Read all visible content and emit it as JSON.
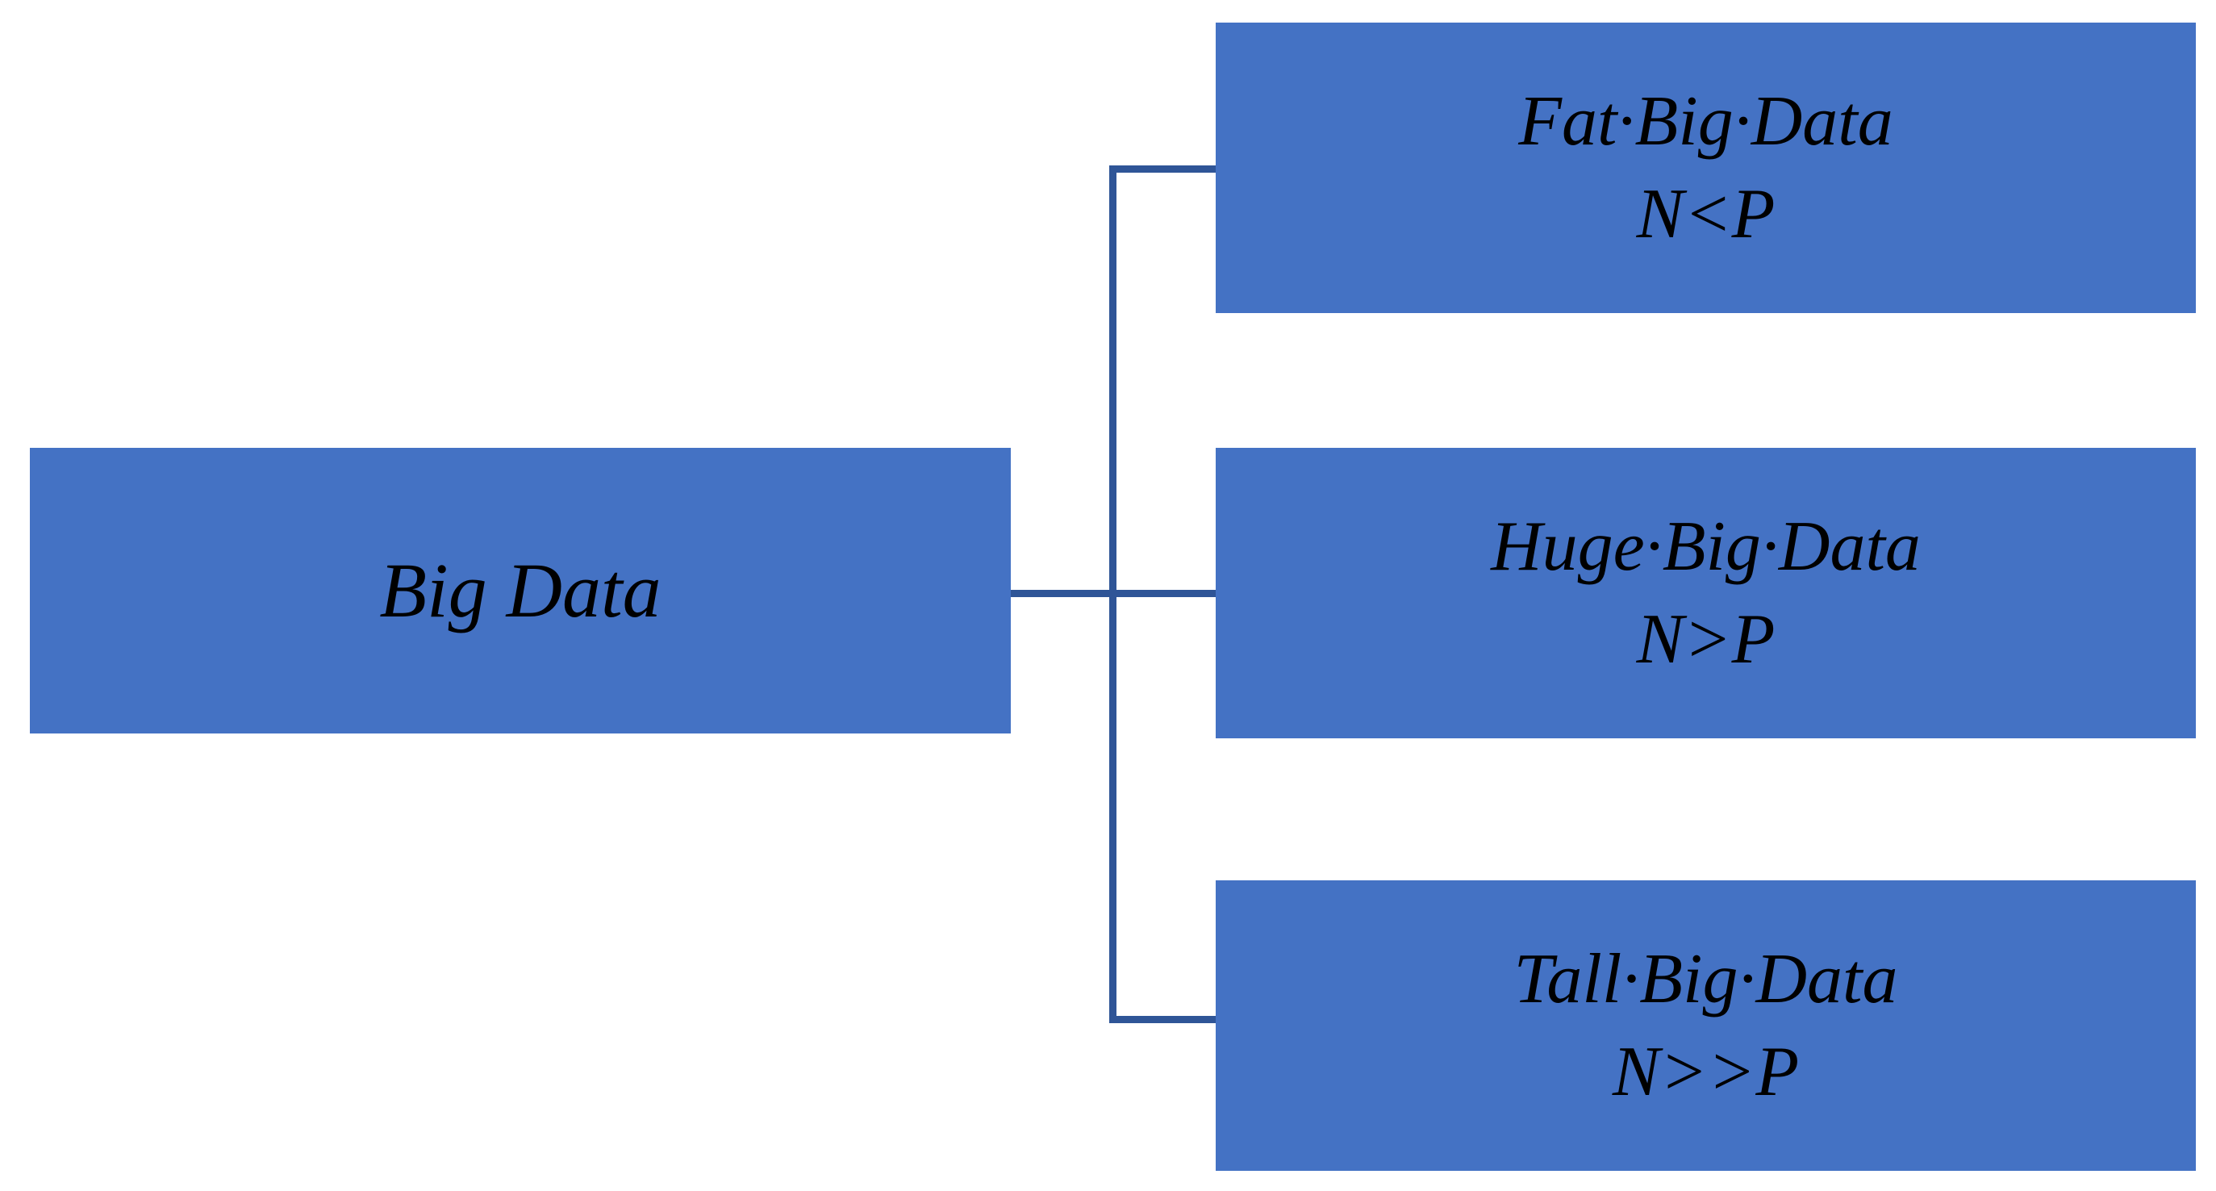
{
  "diagram": {
    "type": "hierarchy",
    "background": "#ffffff",
    "box_fill": "#4472C4",
    "connector_color": "#2F5597",
    "text_color": "#000000",
    "root": {
      "label": "Big Data"
    },
    "children": [
      {
        "title": "Fat·Big·Data",
        "subtitle": "N<P"
      },
      {
        "title": "Huge·Big·Data",
        "subtitle": "N>P"
      },
      {
        "title": "Tall·Big·Data",
        "subtitle": "N>>P"
      }
    ]
  }
}
